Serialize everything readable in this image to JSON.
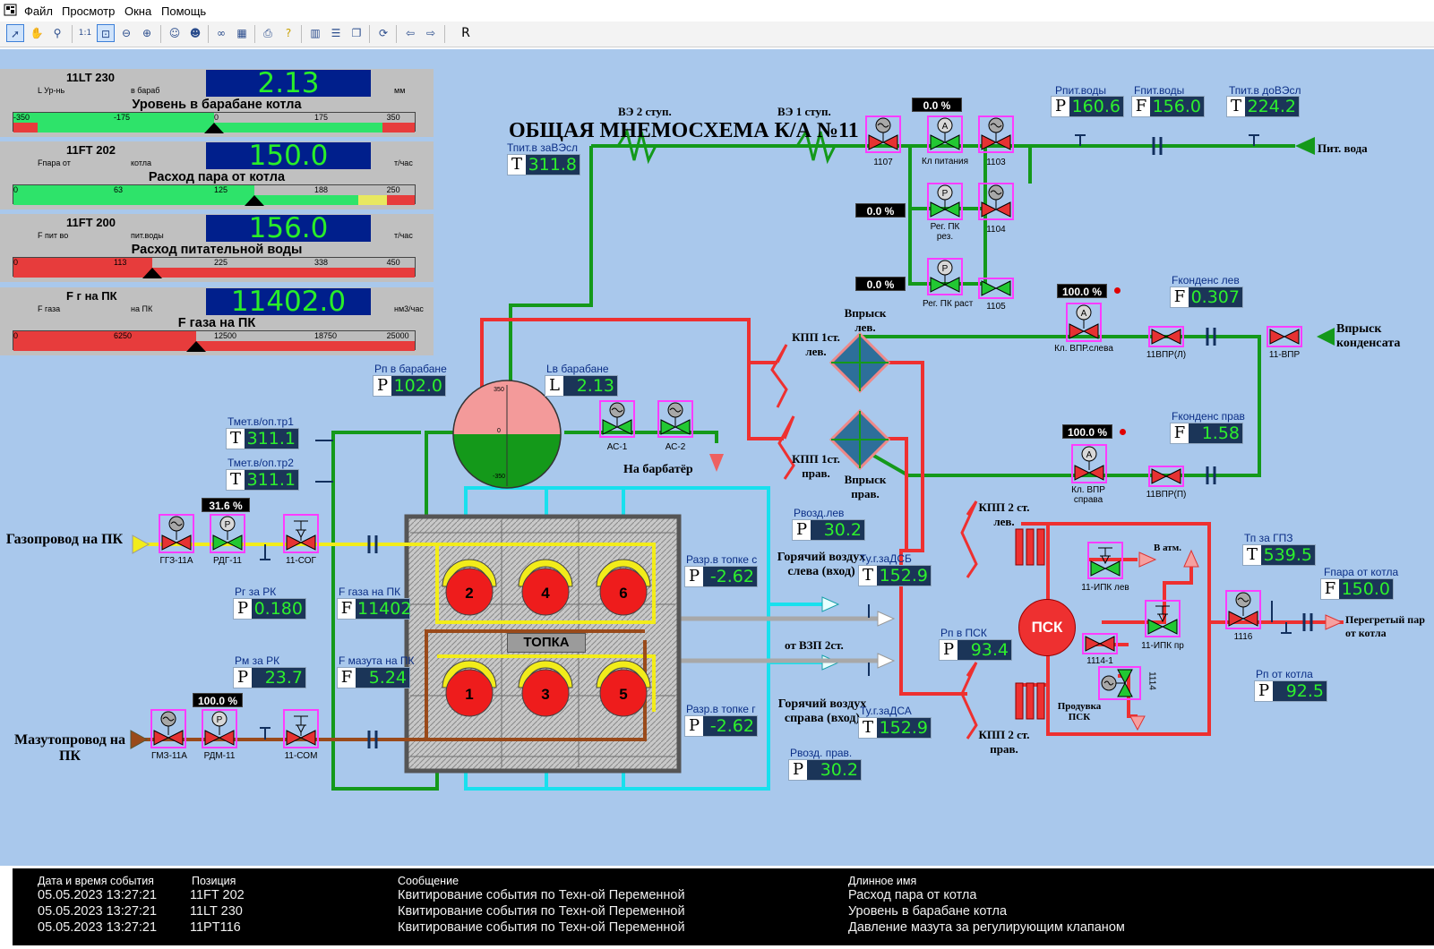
{
  "menu": [
    "Файл",
    "Просмотр",
    "Окна",
    "Помощь"
  ],
  "toolbar": {
    "r_label": "R"
  },
  "title": "ОБЩАЯ МНЕМОСХЕМА К/А №11",
  "panels": [
    {
      "tag": "11LT 230",
      "sub_left": "L Ур-нь",
      "sub_mid": "в бараб",
      "value": "2.13",
      "unit": "мм",
      "title": "Уровень в барабане котла",
      "ticks": [
        "-350",
        "-175",
        "0",
        "175",
        "350"
      ],
      "level": 0.5
    },
    {
      "tag": "11FT 202",
      "sub_left": "Fпара от",
      "sub_mid": "котла",
      "value": "150.0",
      "unit": "т/час",
      "title": "Расход пара от котла",
      "ticks": [
        "0",
        "63",
        "125",
        "188",
        "250"
      ],
      "level": 0.6
    },
    {
      "tag": "11FT 200",
      "sub_left": "F пит во",
      "sub_mid": "пит.воды",
      "value": "156.0",
      "unit": "т/час",
      "title": "Расход питательной воды",
      "ticks": [
        "0",
        "113",
        "225",
        "338",
        "450"
      ],
      "level": 0.347
    },
    {
      "tag": "F г на ПК",
      "sub_left": "F газа",
      "sub_mid": "на ПК",
      "value": "11402.0",
      "unit": "нм3/час",
      "title": "F газа на ПК",
      "ticks": [
        "0",
        "6250",
        "12500",
        "18750",
        "25000"
      ],
      "level": 0.456
    }
  ],
  "meas": {
    "t_pit_ve": {
      "key": "T",
      "label": "Тпит.в заВЭсл",
      "value": "311.8"
    },
    "p_pit": {
      "key": "P",
      "label": "Рпит.воды",
      "value": "160.6"
    },
    "f_pit": {
      "key": "F",
      "label": "Fпит.воды",
      "value": "156.0"
    },
    "t_pit_do": {
      "key": "T",
      "label": "Тпит.в доВЭсл",
      "value": "224.2"
    },
    "p_drum": {
      "key": "P",
      "label": "Рп в барабане",
      "value": "102.0"
    },
    "l_drum": {
      "key": "L",
      "label": "Lв барабане",
      "value": "2.13"
    },
    "t_met1": {
      "key": "T",
      "label": "Тмет.в/оп.тр1",
      "value": "311.1"
    },
    "t_met2": {
      "key": "T",
      "label": "Тмет.в/оп.тр2",
      "value": "311.1"
    },
    "p_gas_rk": {
      "key": "P",
      "label": "Рг за РК",
      "value": "0.180"
    },
    "f_gas_pk": {
      "key": "F",
      "label": "F газа на ПК",
      "value": "11402"
    },
    "p_maz_rk": {
      "key": "P",
      "label": "Рм за РК",
      "value": "23.7"
    },
    "f_maz_pk": {
      "key": "F",
      "label": "F мазута на ПК",
      "value": "5.24"
    },
    "p_vozd_lev": {
      "key": "P",
      "label": "Рвозд.лев",
      "value": "30.2"
    },
    "p_razr1": {
      "key": "P",
      "label": "Разр.в топке с",
      "value": "-2.62"
    },
    "t_ug_dsb": {
      "key": "T",
      "label": "Ту.г.заДСБ",
      "value": "152.9"
    },
    "p_razr2": {
      "key": "P",
      "label": "Разр.в топке г",
      "value": "-2.62"
    },
    "t_ug_dsa": {
      "key": "T",
      "label": "Ту.г.заДСА",
      "value": "152.9"
    },
    "p_vozd_prav": {
      "key": "P",
      "label": "Рвозд. прав.",
      "value": "30.2"
    },
    "f_kond_lev": {
      "key": "F",
      "label": "Fконденс лев",
      "value": "0.307"
    },
    "f_kond_prav": {
      "key": "F",
      "label": "Fконденс прав",
      "value": "1.58"
    },
    "t_gpz": {
      "key": "T",
      "label": "Тп за ГПЗ",
      "value": "539.5"
    },
    "f_para_kotla": {
      "key": "F",
      "label": "Fпара от котла",
      "value": "150.0"
    },
    "p_v_psk": {
      "key": "P",
      "label": "Рп в ПСК",
      "value": "93.4"
    },
    "p_ot_kotla": {
      "key": "P",
      "label": "Рп от котла",
      "value": "92.5"
    }
  },
  "percents": {
    "pk_pit": "0.0 %",
    "pk_rez": "0.0 %",
    "pk_rast": "0.0 %",
    "vpr_lev": "100.0 %",
    "vpr_prav": "100.0 %",
    "rdg": "31.6 %",
    "rdm": "100.0 %"
  },
  "valve_labels": {
    "v1107": "1107",
    "kl_pit": "Кл питания",
    "v1103": "1103",
    "reg_pk_rez": "Рег. ПК рез.",
    "v1104": "1104",
    "reg_pk_rast": "Рег. ПК раст",
    "v1105": "1105",
    "kl_vpr_lev": "Кл. ВПР.слева",
    "v11vpr_l": "11ВПР(Л)",
    "v11vpr": "11-ВПР",
    "kl_vpr_prav": "Кл. ВПР справа",
    "v11vpr_p": "11ВПР(П)",
    "ac1": "АС-1",
    "ac2": "АС-2",
    "gz11a": "ГГЗ-11А",
    "rdg11": "РДГ-11",
    "sog": "11-СОГ",
    "gmz": "ГМЗ-11А",
    "rdm11": "РДМ-11",
    "som": "11-СОМ",
    "ipk_lev": "11-ИПК лев",
    "ipk_pr": "11-ИПК пр",
    "v1114_1": "1114-1",
    "v1114": "1114",
    "v1116": "1116"
  },
  "labels": {
    "ve2": "ВЭ 2 ступ.",
    "ve1": "ВЭ 1 ступ.",
    "pit_voda": "Пит. вода",
    "vprysk_lev": "Впрыск лев.",
    "vprysk_prav": "Впрыск прав.",
    "kpp1_lev": "КПП 1ст. лев.",
    "kpp1_prav": "КПП 1ст. прав.",
    "vprysk_kond": "Впрыск конденсата",
    "na_barbater": "На барбатёр",
    "gazoprovod": "Газопровод на ПК",
    "mazutoprovod": "Мазутопровод на ПК",
    "topka": "ТОПКА",
    "hot_air_left": "Горячий воздух слева (вход)",
    "ot_vzp": "от ВЗП 2ст.",
    "hot_air_right": "Горячий воздух справа (вход)",
    "kpp2_lev": "КПП 2 ст. лев.",
    "kpp2_prav": "КПП 2 ст. прав.",
    "psk": "ПСК",
    "v_atm": "В атм.",
    "produvka": "Продувка ПСК",
    "peregretyi": "Перегретый пар от котла",
    "drum_top": "350",
    "drum_mid": "0",
    "drum_bot": "-350"
  },
  "burners": [
    "2",
    "4",
    "6",
    "1",
    "3",
    "5"
  ],
  "events": {
    "headers": [
      "Дата и время события",
      "Позиция",
      "Сообщение",
      "Длинное имя"
    ],
    "rows": [
      [
        "05.05.2023 13:27:21",
        "11FT 202",
        "Квитирование события по Техн-ой Переменной",
        "Расход пара от котла"
      ],
      [
        "05.05.2023 13:27:21",
        "11LT 230",
        "Квитирование события по Техн-ой Переменной",
        "Уровень в барабане котла"
      ],
      [
        "05.05.2023 13:27:21",
        "11PT116",
        "Квитирование события по Техн-ой Переменной",
        "Давление мазута за регулирующим клапаном"
      ]
    ]
  },
  "colors": {
    "water": "#14991a",
    "steam": "#ee3030",
    "air": "#18e0ee",
    "gas": "#f2ec1a",
    "oil": "#9a4a1a",
    "background": "#a9c8ec"
  }
}
